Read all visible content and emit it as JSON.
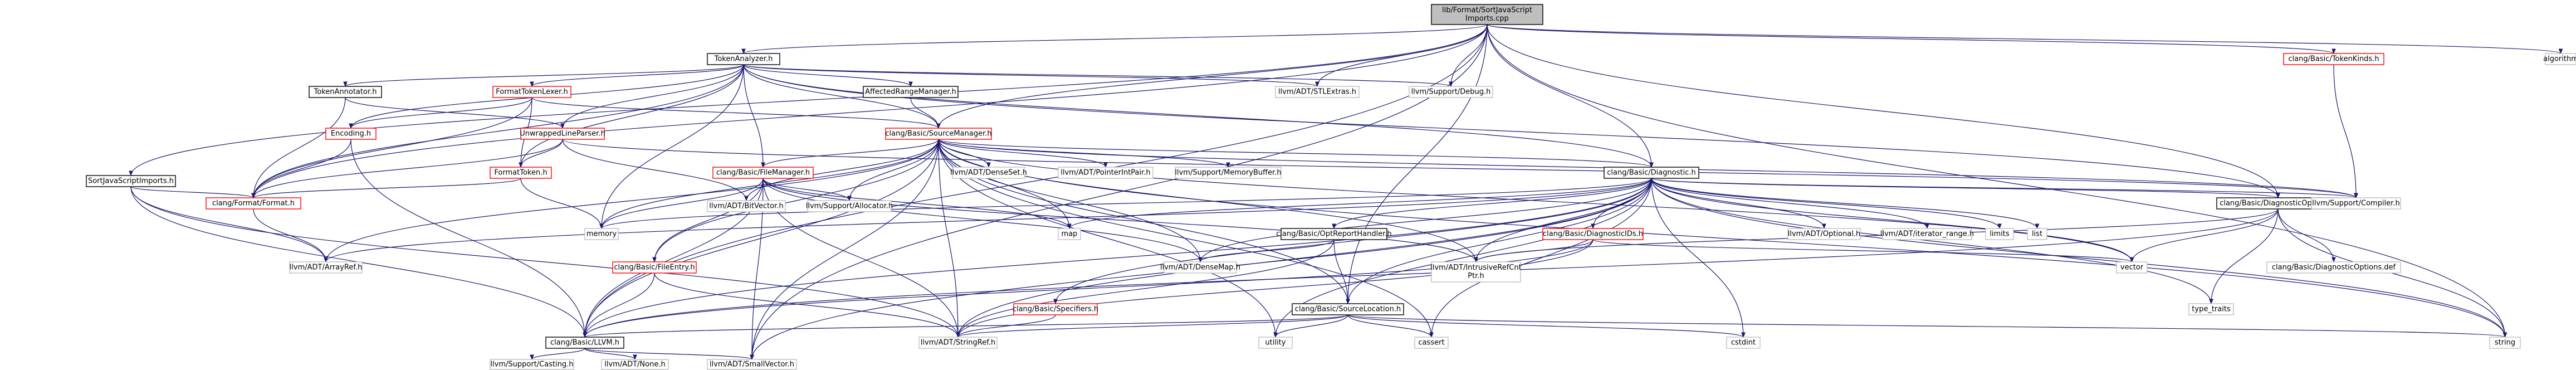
{
  "colors": {
    "edge": "#191970",
    "node_border_black": "#000000",
    "node_border_red": "#ff0000",
    "node_border_gray": "#bfbfbf",
    "root_fill": "#bfbfbf"
  },
  "nodes": [
    {
      "id": "root",
      "lines": [
        "lib/Format/SortJavaScript",
        "Imports.cpp"
      ],
      "style": "root"
    },
    {
      "id": "tokenanalyzer",
      "lines": [
        "TokenAnalyzer.h"
      ],
      "style": "black"
    },
    {
      "id": "sortjs",
      "lines": [
        "SortJavaScriptImports.h"
      ],
      "style": "black"
    },
    {
      "id": "tokenannotator",
      "lines": [
        "TokenAnnotator.h"
      ],
      "style": "black"
    },
    {
      "id": "encoding",
      "lines": [
        "Encoding.h"
      ],
      "style": "red"
    },
    {
      "id": "formattokenlexer",
      "lines": [
        "FormatTokenLexer.h"
      ],
      "style": "red"
    },
    {
      "id": "unwrapped",
      "lines": [
        "UnwrappedLineParser.h"
      ],
      "style": "red"
    },
    {
      "id": "formattoken",
      "lines": [
        "FormatToken.h"
      ],
      "style": "red"
    },
    {
      "id": "clangformat",
      "lines": [
        "clang/Format/Format.h"
      ],
      "style": "red"
    },
    {
      "id": "affected",
      "lines": [
        "AffectedRangeManager.h"
      ],
      "style": "black"
    },
    {
      "id": "sourcemanager",
      "lines": [
        "clang/Basic/SourceManager.h"
      ],
      "style": "red"
    },
    {
      "id": "stlextras",
      "lines": [
        "llvm/ADT/STLExtras.h"
      ],
      "style": "gray"
    },
    {
      "id": "debug",
      "lines": [
        "llvm/Support/Debug.h"
      ],
      "style": "gray"
    },
    {
      "id": "tokenkinds",
      "lines": [
        "clang/Basic/TokenKinds.h"
      ],
      "style": "red"
    },
    {
      "id": "algorithm",
      "lines": [
        "algorithm"
      ],
      "style": "gray"
    },
    {
      "id": "diagnostic",
      "lines": [
        "clang/Basic/Diagnostic.h"
      ],
      "style": "black"
    },
    {
      "id": "diagoptions",
      "lines": [
        "clang/Basic/DiagnosticOptions.h"
      ],
      "style": "black"
    },
    {
      "id": "filemanager",
      "lines": [
        "clang/Basic/FileManager.h"
      ],
      "style": "red"
    },
    {
      "id": "bitvector",
      "lines": [
        "llvm/ADT/BitVector.h"
      ],
      "style": "gray"
    },
    {
      "id": "densset",
      "lines": [
        "llvm/ADT/DenseSet.h"
      ],
      "style": "gray"
    },
    {
      "id": "pointerintpair",
      "lines": [
        "llvm/ADT/PointerIntPair.h"
      ],
      "style": "gray"
    },
    {
      "id": "memorybuffer",
      "lines": [
        "llvm/Support/MemoryBuffer.h"
      ],
      "style": "gray"
    },
    {
      "id": "allocator",
      "lines": [
        "llvm/Support/Allocator.h"
      ],
      "style": "gray"
    },
    {
      "id": "compiler",
      "lines": [
        "llvm/Support/Compiler.h"
      ],
      "style": "gray"
    },
    {
      "id": "memory",
      "lines": [
        "memory"
      ],
      "style": "gray"
    },
    {
      "id": "map",
      "lines": [
        "map"
      ],
      "style": "gray"
    },
    {
      "id": "diagids",
      "lines": [
        "clang/Basic/DiagnosticIDs.h"
      ],
      "style": "red"
    },
    {
      "id": "optional",
      "lines": [
        "llvm/ADT/Optional.h"
      ],
      "style": "gray"
    },
    {
      "id": "iterrange",
      "lines": [
        "llvm/ADT/iterator_range.h"
      ],
      "style": "gray"
    },
    {
      "id": "limits",
      "lines": [
        "limits"
      ],
      "style": "gray"
    },
    {
      "id": "list",
      "lines": [
        "list"
      ],
      "style": "gray"
    },
    {
      "id": "optreport",
      "lines": [
        "clang/Basic/OptReportHandler.h"
      ],
      "style": "black"
    },
    {
      "id": "arrayref",
      "lines": [
        "llvm/ADT/ArrayRef.h"
      ],
      "style": "gray"
    },
    {
      "id": "densemap",
      "lines": [
        "llvm/ADT/DenseMap.h"
      ],
      "style": "gray"
    },
    {
      "id": "specifiers",
      "lines": [
        "clang/Basic/Specifiers.h"
      ],
      "style": "red"
    },
    {
      "id": "fileentry",
      "lines": [
        "clang/Basic/FileEntry.h"
      ],
      "style": "red"
    },
    {
      "id": "sourcelocation",
      "lines": [
        "clang/Basic/SourceLocation.h"
      ],
      "style": "black"
    },
    {
      "id": "intrusiveref",
      "lines": [
        "llvm/ADT/IntrusiveRefCnt",
        "Ptr.h"
      ],
      "style": "gray"
    },
    {
      "id": "vector",
      "lines": [
        "vector"
      ],
      "style": "gray"
    },
    {
      "id": "typetraits",
      "lines": [
        "type_traits"
      ],
      "style": "gray"
    },
    {
      "id": "diagoptdef",
      "lines": [
        "clang/Basic/DiagnosticOptions.def"
      ],
      "style": "gray"
    },
    {
      "id": "llvmh",
      "lines": [
        "clang/Basic/LLVM.h"
      ],
      "style": "black"
    },
    {
      "id": "stringref",
      "lines": [
        "llvm/ADT/StringRef.h"
      ],
      "style": "gray"
    },
    {
      "id": "utility",
      "lines": [
        "utility"
      ],
      "style": "gray"
    },
    {
      "id": "cassert",
      "lines": [
        "cassert"
      ],
      "style": "gray"
    },
    {
      "id": "cstdint",
      "lines": [
        "cstdint"
      ],
      "style": "gray"
    },
    {
      "id": "string",
      "lines": [
        "string"
      ],
      "style": "gray"
    },
    {
      "id": "casting",
      "lines": [
        "llvm/Support/Casting.h"
      ],
      "style": "gray"
    },
    {
      "id": "none",
      "lines": [
        "llvm/ADT/None.h"
      ],
      "style": "gray"
    },
    {
      "id": "smallvector",
      "lines": [
        "llvm/ADT/SmallVector.h"
      ],
      "style": "gray"
    }
  ],
  "edges": [
    [
      "root",
      "tokenanalyzer"
    ],
    [
      "root",
      "sortjs"
    ],
    [
      "root",
      "clangformat"
    ],
    [
      "root",
      "stlextras"
    ],
    [
      "root",
      "debug"
    ],
    [
      "root",
      "sourcemanager"
    ],
    [
      "root",
      "diagnostic"
    ],
    [
      "root",
      "tokenkinds"
    ],
    [
      "root",
      "algorithm"
    ],
    [
      "root",
      "diagoptions"
    ],
    [
      "root",
      "sourcelocation"
    ],
    [
      "root",
      "llvmh"
    ],
    [
      "root",
      "string"
    ],
    [
      "root",
      "smallvector"
    ],
    [
      "tokenanalyzer",
      "tokenannotator"
    ],
    [
      "tokenanalyzer",
      "encoding"
    ],
    [
      "tokenanalyzer",
      "formattokenlexer"
    ],
    [
      "tokenanalyzer",
      "unwrapped"
    ],
    [
      "tokenanalyzer",
      "formattoken"
    ],
    [
      "tokenanalyzer",
      "clangformat"
    ],
    [
      "tokenanalyzer",
      "affected"
    ],
    [
      "tokenanalyzer",
      "sourcemanager"
    ],
    [
      "tokenanalyzer",
      "filemanager"
    ],
    [
      "tokenanalyzer",
      "stlextras"
    ],
    [
      "tokenanalyzer",
      "debug"
    ],
    [
      "tokenanalyzer",
      "diagnostic"
    ],
    [
      "tokenanalyzer",
      "diagoptions"
    ],
    [
      "tokenanalyzer",
      "memory"
    ],
    [
      "sortjs",
      "clangformat"
    ],
    [
      "sortjs",
      "arrayref"
    ],
    [
      "sortjs",
      "llvmh"
    ],
    [
      "sortjs",
      "stringref"
    ],
    [
      "tokenannotator",
      "clangformat"
    ],
    [
      "tokenannotator",
      "unwrapped"
    ],
    [
      "encoding",
      "clangformat"
    ],
    [
      "encoding",
      "llvmh"
    ],
    [
      "formattokenlexer",
      "encoding"
    ],
    [
      "formattokenlexer",
      "formattoken"
    ],
    [
      "formattokenlexer",
      "clangformat"
    ],
    [
      "formattokenlexer",
      "sourcemanager"
    ],
    [
      "unwrapped",
      "formattoken"
    ],
    [
      "unwrapped",
      "clangformat"
    ],
    [
      "unwrapped",
      "bitvector"
    ],
    [
      "unwrapped",
      "compiler"
    ],
    [
      "formattoken",
      "clangformat"
    ],
    [
      "formattoken",
      "memory"
    ],
    [
      "clangformat",
      "arrayref"
    ],
    [
      "affected",
      "sourcemanager"
    ],
    [
      "sourcemanager",
      "diagnostic"
    ],
    [
      "sourcemanager",
      "filemanager"
    ],
    [
      "sourcemanager",
      "bitvector"
    ],
    [
      "sourcemanager",
      "densset"
    ],
    [
      "sourcemanager",
      "pointerintpair"
    ],
    [
      "sourcemanager",
      "memorybuffer"
    ],
    [
      "sourcemanager",
      "allocator"
    ],
    [
      "sourcemanager",
      "compiler"
    ],
    [
      "sourcemanager",
      "memory"
    ],
    [
      "sourcemanager",
      "map"
    ],
    [
      "sourcemanager",
      "arrayref"
    ],
    [
      "sourcemanager",
      "densemap"
    ],
    [
      "sourcemanager",
      "sourcelocation"
    ],
    [
      "sourcemanager",
      "fileentry"
    ],
    [
      "sourcemanager",
      "intrusiveref"
    ],
    [
      "sourcemanager",
      "llvmh"
    ],
    [
      "sourcemanager",
      "stringref"
    ],
    [
      "sourcemanager",
      "smallvector"
    ],
    [
      "sourcemanager",
      "utility"
    ],
    [
      "sourcemanager",
      "cassert"
    ],
    [
      "sourcemanager",
      "vector"
    ],
    [
      "sourcemanager",
      "string"
    ],
    [
      "tokenkinds",
      "compiler"
    ],
    [
      "diagnostic",
      "diagoptions"
    ],
    [
      "diagnostic",
      "diagids"
    ],
    [
      "diagnostic",
      "optreport"
    ],
    [
      "diagnostic",
      "sourcelocation"
    ],
    [
      "diagnostic",
      "specifiers"
    ],
    [
      "diagnostic",
      "optional"
    ],
    [
      "diagnostic",
      "iterrange"
    ],
    [
      "diagnostic",
      "limits"
    ],
    [
      "diagnostic",
      "list"
    ],
    [
      "diagnostic",
      "map"
    ],
    [
      "diagnostic",
      "memory"
    ],
    [
      "diagnostic",
      "arrayref"
    ],
    [
      "diagnostic",
      "densemap"
    ],
    [
      "diagnostic",
      "intrusiveref"
    ],
    [
      "diagnostic",
      "llvmh"
    ],
    [
      "diagnostic",
      "smallvector"
    ],
    [
      "diagnostic",
      "stringref"
    ],
    [
      "diagnostic",
      "compiler"
    ],
    [
      "diagnostic",
      "cstdint"
    ],
    [
      "diagnostic",
      "string"
    ],
    [
      "diagnostic",
      "typetraits"
    ],
    [
      "diagnostic",
      "utility"
    ],
    [
      "diagnostic",
      "vector"
    ],
    [
      "diagnostic",
      "cassert"
    ],
    [
      "diagoptions",
      "diagoptdef"
    ],
    [
      "diagoptions",
      "intrusiveref"
    ],
    [
      "diagoptions",
      "llvmh"
    ],
    [
      "diagoptions",
      "string"
    ],
    [
      "diagoptions",
      "typetraits"
    ],
    [
      "diagoptions",
      "vector"
    ],
    [
      "filemanager",
      "fileentry"
    ],
    [
      "filemanager",
      "densemap"
    ],
    [
      "filemanager",
      "intrusiveref"
    ],
    [
      "filemanager",
      "smallvector"
    ],
    [
      "filemanager",
      "stringref"
    ],
    [
      "filemanager",
      "allocator"
    ],
    [
      "filemanager",
      "llvmh"
    ],
    [
      "filemanager",
      "memory"
    ],
    [
      "filemanager",
      "map"
    ],
    [
      "diagids",
      "llvmh"
    ],
    [
      "diagids",
      "intrusiveref"
    ],
    [
      "diagids",
      "stringref"
    ],
    [
      "diagids",
      "vector"
    ],
    [
      "optreport",
      "sourcelocation"
    ],
    [
      "optreport",
      "densemap"
    ],
    [
      "optreport",
      "stringref"
    ],
    [
      "specifiers",
      "stringref"
    ],
    [
      "fileentry",
      "llvmh"
    ],
    [
      "fileentry",
      "stringref"
    ],
    [
      "sourcelocation",
      "llvmh"
    ],
    [
      "sourcelocation",
      "stringref"
    ],
    [
      "sourcelocation",
      "cassert"
    ],
    [
      "sourcelocation",
      "cstdint"
    ],
    [
      "sourcelocation",
      "string"
    ],
    [
      "sourcelocation",
      "utility"
    ],
    [
      "llvmh",
      "casting"
    ],
    [
      "llvmh",
      "none"
    ],
    [
      "llvmh",
      "smallvector"
    ]
  ]
}
